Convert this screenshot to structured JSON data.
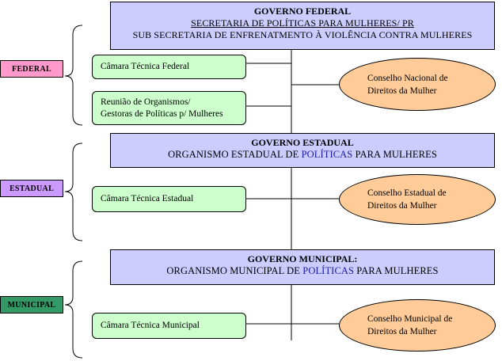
{
  "levels": {
    "federal": {
      "label": "FEDERAL",
      "color": "#ff99cc"
    },
    "estadual": {
      "label": "ESTADUAL",
      "color": "#cc99ff"
    },
    "municipal": {
      "label": "MUNICIPAL",
      "color": "#339966"
    }
  },
  "federal": {
    "title": "GOVERNO FEDERAL",
    "line1": "SECRETARIA DE POLÍTICAS PARA MULHERES/ PR",
    "line2": "SUB SECRETARIA DE ENFRENATMENTO À VIOLÊNCIA CONTRA MULHERES",
    "camara": "Câmara Técnica Federal",
    "reuniao1": "Reunião de Organismos/",
    "reuniao2": "Gestoras de Políticas p/ Mulheres",
    "conselho1": "Conselho Nacional de",
    "conselho2": "Direitos da Mulher"
  },
  "estadual": {
    "title": "GOVERNO ESTADUAL",
    "line_pre": "ORGANISMO ESTADUAL DE ",
    "line_blue": "POLÍTICAS",
    "line_post": " PARA MULHERES",
    "camara": "Câmara Técnica Estadual",
    "conselho1": "Conselho Estadual de",
    "conselho2": "Direitos da Mulher"
  },
  "municipal": {
    "title": "GOVERNO MUNICIPAL:",
    "line_pre": "ORGANISMO MUNICIPAL DE ",
    "line_blue": "POLÍTICAS",
    "line_post": " PARA MULHERES",
    "camara": "Câmara Técnica Municipal",
    "conselho1": "Conselho Municipal de",
    "conselho2": "Direitos da Mulher"
  }
}
